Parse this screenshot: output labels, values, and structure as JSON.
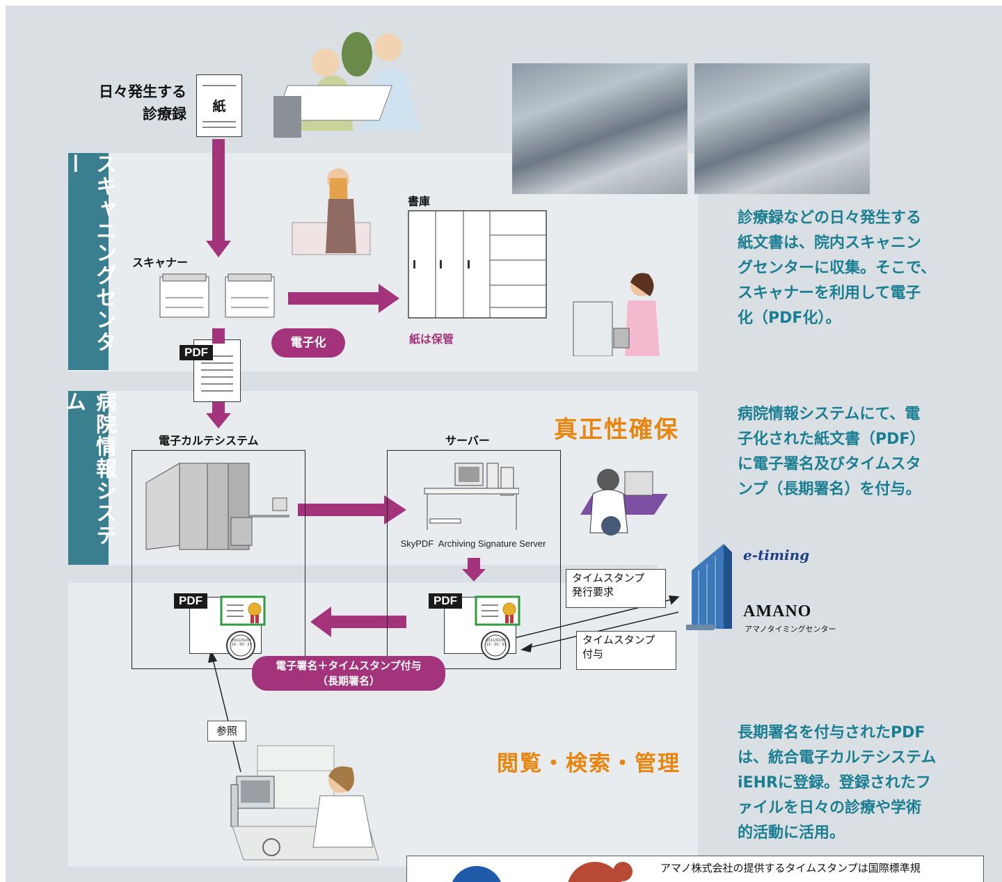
{
  "paper_label": "日々発生する",
  "paper_label2": "診療録",
  "paper_doc": "紙",
  "sections": {
    "scanning": "スキャニングセンター",
    "hospital": "病院情報システム"
  },
  "scanner_label": "スキャナー",
  "storage_label": "書庫",
  "paper_kept": "紙は保管",
  "digitize_pill": "電子化",
  "pdf_tag": "PDF",
  "emr_label": "電子カルテシステム",
  "server_label": "サーバー",
  "server_product": "SkyPDF  Archiving Signature Server",
  "authenticity": "真正性確保",
  "browse_title": "閲覧・検索・管理",
  "ts_request": [
    "タイムスタンプ",
    "発行要求"
  ],
  "ts_grant": [
    "タイムスタンプ",
    "付与"
  ],
  "sign_pill": [
    "電子署名＋タイムスタンプ付与",
    "（長期署名）"
  ],
  "ref_label": "参照",
  "etiming": "e-timing",
  "amano": "AMANO",
  "amano_center": "アマノタイミングセンター",
  "stamp_text": [
    "2011/01/07",
    "13：33：33"
  ],
  "desc1": [
    "診療録などの日々発生する",
    "紙文書は、院内スキャニン",
    "グセンターに収集。そこで、",
    "スキャナーを利用して電子",
    "化（PDF化）。"
  ],
  "desc2": [
    "病院情報システムにて、電",
    "子化された紙文書（PDF）",
    "に電子署名及びタイムスタ",
    "ンプ（長期署名）を付与。"
  ],
  "desc3": [
    "長期署名を付与されたPDF",
    "は、統合電子カルテシステム",
    "iEHRに登録。登録されたフ",
    "ァイルを日々の診療や学術",
    "的活動に活用。"
  ],
  "footer_note": "アマノ株式会社の提供するタイムスタンプは国際標準規",
  "colors": {
    "accent": "#a3337a",
    "teal": "#1a7e93",
    "orange": "#e8850f",
    "tab": "#3a7f8f"
  }
}
